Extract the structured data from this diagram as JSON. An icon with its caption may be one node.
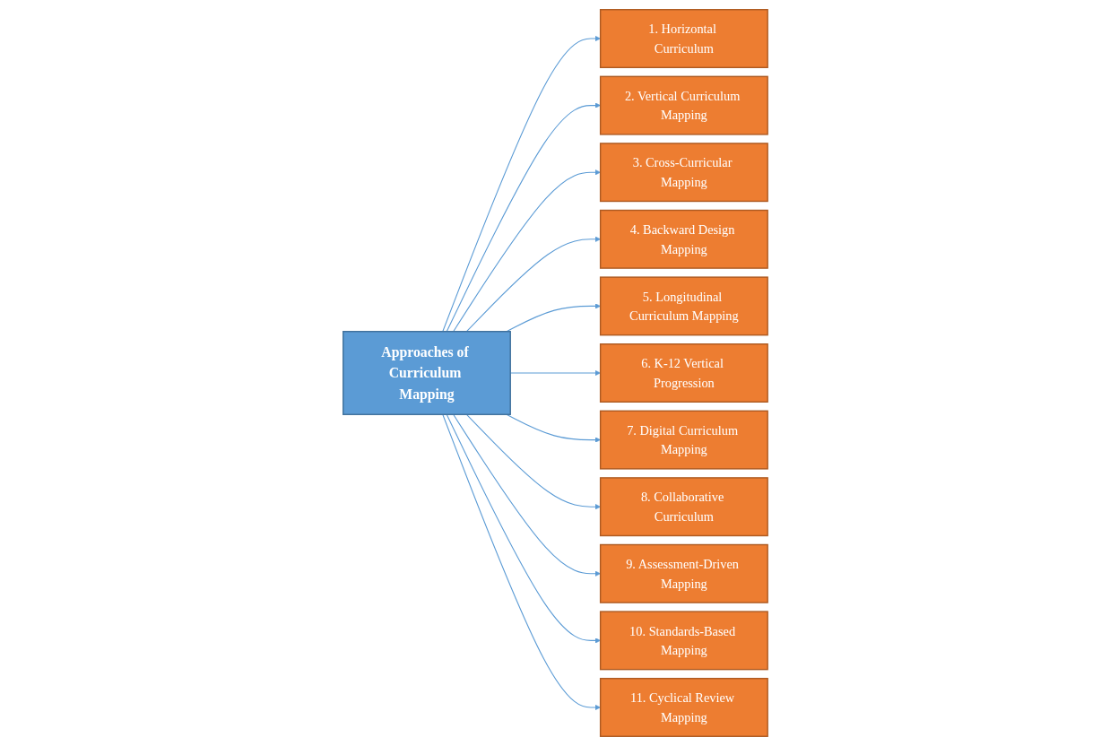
{
  "diagram": {
    "nodes": [
      {
        "text": [
          "Approaches of Curriculum Mapping"
        ]
      },
      {
        "text": [
          "1. Horizontal Curriculum"
        ]
      },
      {
        "text": [
          "2. Vertical Curriculum Mapping"
        ]
      },
      {
        "text": [
          "3. Cross-Curricular Mapping"
        ]
      },
      {
        "text": [
          "4. Backward Design Mapping"
        ]
      },
      {
        "text": [
          "5. Longitudinal Curriculum Mapping"
        ]
      },
      {
        "text": [
          "6. K-12 Vertical Progression"
        ]
      },
      {
        "text": [
          "7. Digital Curriculum Mapping"
        ]
      },
      {
        "text": [
          "8. Collaborative Curriculum"
        ]
      },
      {
        "text": [
          "9. Assessment-Driven Mapping"
        ]
      },
      {
        "text": [
          "10. Standards-Based Mapping"
        ]
      },
      {
        "text": [
          "11. Cyclical Review Mapping"
        ]
      }
    ],
    "edges": [
      {
        "from": 0,
        "to": 1,
        "arrow": "to"
      },
      {
        "from": 0,
        "to": 2,
        "arrow": "to"
      },
      {
        "from": 0,
        "to": 3,
        "arrow": "to"
      },
      {
        "from": 0,
        "to": 4,
        "arrow": "to"
      },
      {
        "from": 0,
        "to": 5,
        "arrow": "to"
      },
      {
        "from": 0,
        "to": 6,
        "arrow": "to"
      },
      {
        "from": 0,
        "to": 7,
        "arrow": "to"
      },
      {
        "from": 0,
        "to": 8,
        "arrow": "to"
      },
      {
        "from": 0,
        "to": 9,
        "arrow": "to"
      },
      {
        "from": 0,
        "to": 10,
        "arrow": "to"
      },
      {
        "from": 0,
        "to": 11,
        "arrow": "to"
      }
    ]
  }
}
